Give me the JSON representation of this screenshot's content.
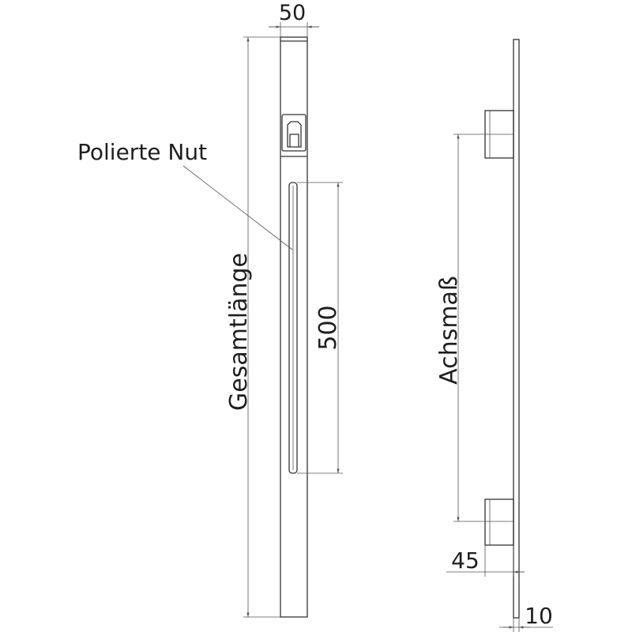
{
  "drawing": {
    "width_top": "50",
    "groove_label": "Polierte Nut",
    "overall_length_label": "Gesamtlänge",
    "groove_length": "500",
    "center_distance_label": "Achsmaß",
    "foot_offset": "45",
    "plate_thickness": "10"
  }
}
